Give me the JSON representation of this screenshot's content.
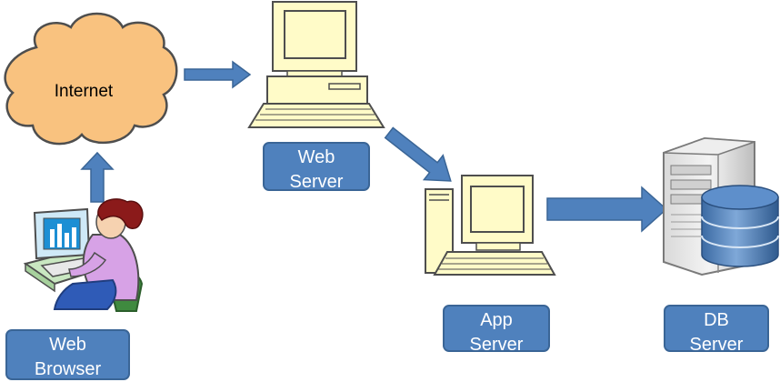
{
  "nodes": {
    "internet": {
      "label": "Internet"
    },
    "web_server": {
      "line1": "Web",
      "line2": "Server"
    },
    "app_server": {
      "line1": "App",
      "line2": "Server"
    },
    "db_server": {
      "line1": "DB",
      "line2": "Server"
    },
    "web_browser": {
      "line1": "Web",
      "line2": "Browser"
    }
  },
  "colors": {
    "label_fill": "#4f81bd",
    "arrow_fill": "#4f81bd",
    "cloud_fill": "#f9c27f",
    "computer_fill": "#fffbc8",
    "db_fill": "#4a7ebb"
  }
}
